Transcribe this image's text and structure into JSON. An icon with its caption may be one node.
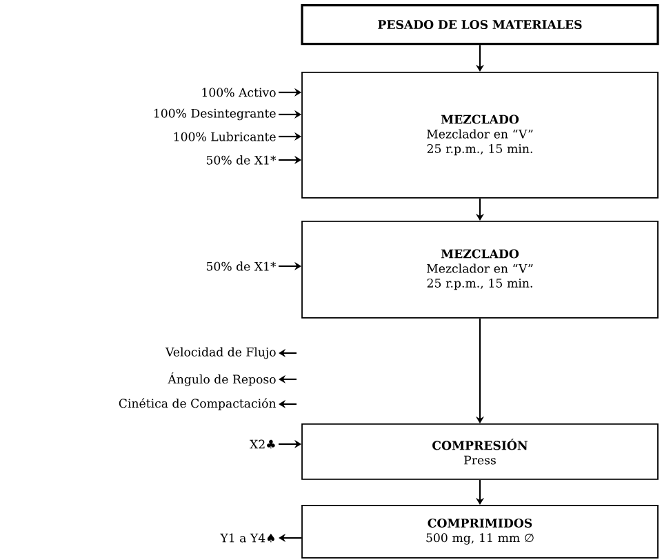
{
  "diagram": {
    "nodes": [
      {
        "text": [
          "PESADO DE LOS MATERIALES"
        ]
      },
      {
        "text": [
          "MEZCLADO",
          "Mezclador en “V”",
          "25 r.p.m., 15 min."
        ]
      },
      {
        "text": [
          "MEZCLADO",
          "Mezclador en “V”",
          "25 r.p.m., 15 min."
        ]
      },
      {
        "text": [
          "COMPRESIÓN",
          "Press"
        ]
      },
      {
        "text": [
          "COMPRIMIDOS",
          "500 mg, 11 mm ∅"
        ]
      },
      {
        "text": [
          "100% Activo"
        ]
      },
      {
        "text": [
          "100% Desintegrante"
        ]
      },
      {
        "text": [
          "100% Lubricante"
        ]
      },
      {
        "text": [
          "50% de X1*"
        ]
      },
      {
        "text": [
          "50% de X1*"
        ]
      },
      {
        "text": [
          "Velocidad de Flujo"
        ]
      },
      {
        "text": [
          "Ángulo de Reposo"
        ]
      },
      {
        "text": [
          "Cinética de Compactación"
        ]
      },
      {
        "text": [
          "X2♣"
        ]
      },
      {
        "text": [
          "Y1 a Y4♠"
        ]
      }
    ],
    "edges": [
      {
        "from": 0,
        "to": 1,
        "arrow": "to"
      },
      {
        "from": 5,
        "to": 1,
        "arrow": "to"
      },
      {
        "from": 6,
        "to": 1,
        "arrow": "to"
      },
      {
        "from": 7,
        "to": 1,
        "arrow": "to"
      },
      {
        "from": 8,
        "to": 1,
        "arrow": "to"
      },
      {
        "from": 1,
        "to": 2,
        "arrow": "to"
      },
      {
        "from": 9,
        "to": 2,
        "arrow": "to"
      },
      {
        "from": 2,
        "to": 3,
        "arrow": "to"
      },
      {
        "from": null,
        "to": 10,
        "arrow": "to"
      },
      {
        "from": null,
        "to": 11,
        "arrow": "to"
      },
      {
        "from": null,
        "to": 12,
        "arrow": "to"
      },
      {
        "from": 13,
        "to": 3,
        "arrow": "to"
      },
      {
        "from": 3,
        "to": 4,
        "arrow": "to"
      },
      {
        "from": 4,
        "to": 14,
        "arrow": "to"
      }
    ]
  }
}
